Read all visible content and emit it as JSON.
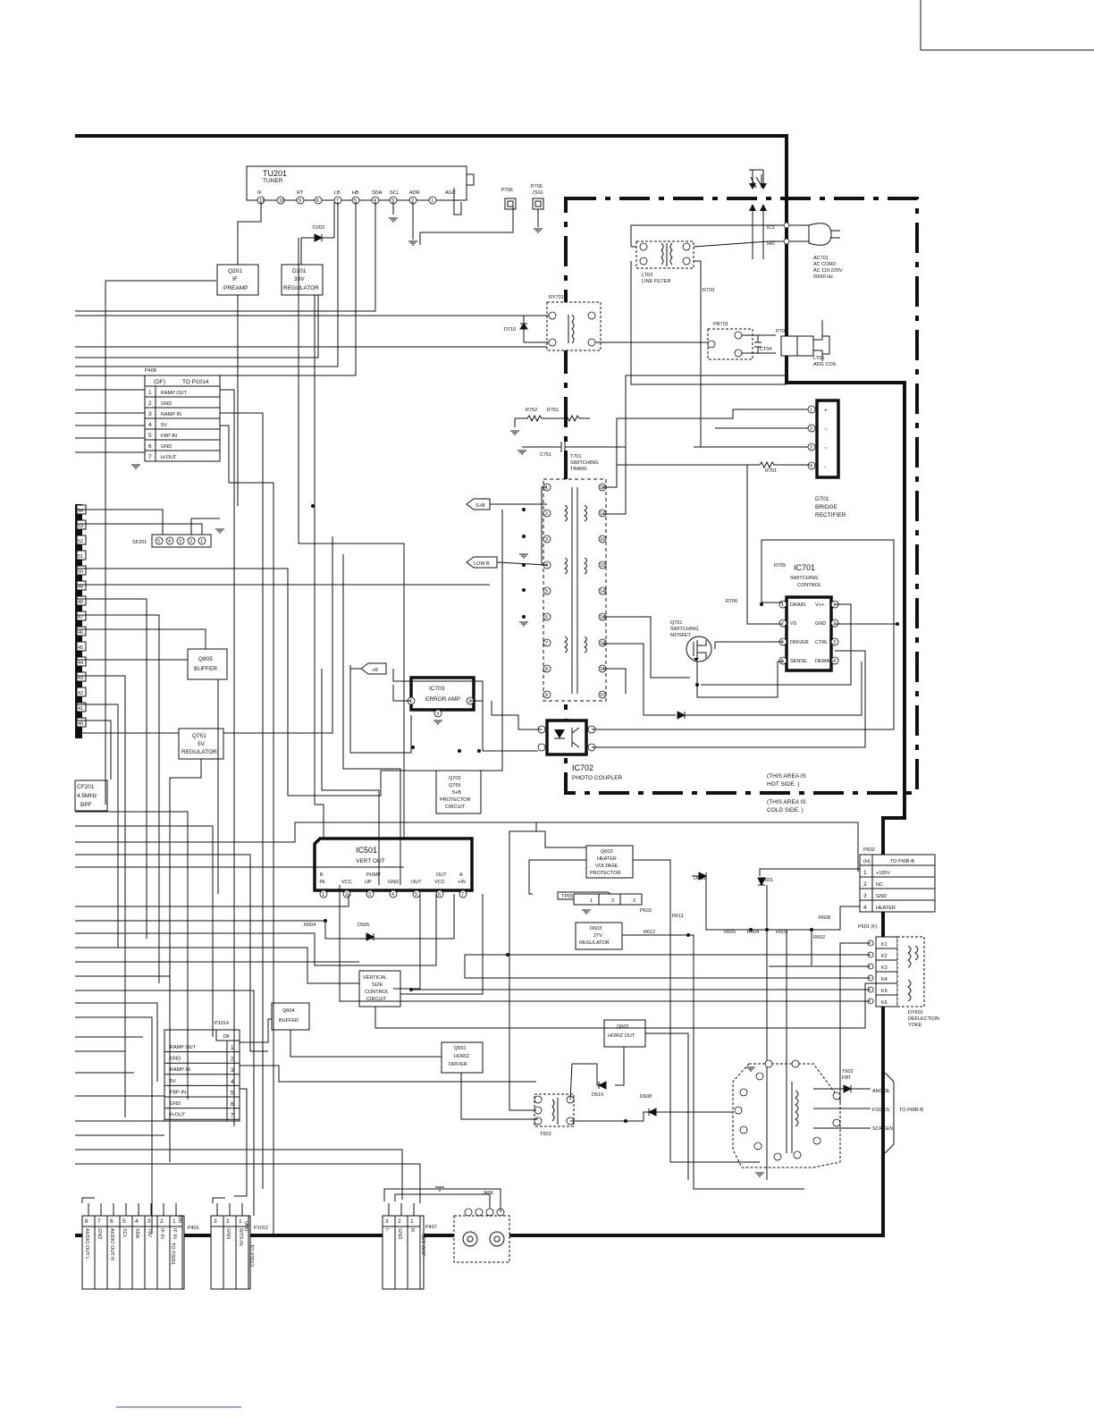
{
  "tuner": {
    "name": "TU201",
    "sub": "TUNER",
    "pins": [
      "IF",
      "RT",
      "LB",
      "HB",
      "SDA",
      "SCL",
      "ADR",
      "AGC"
    ],
    "pin_nums": [
      "11",
      "10",
      "9",
      "6",
      "7",
      "5",
      "4",
      "3",
      "2",
      "1"
    ]
  },
  "p706": "P706",
  "p705": {
    "name": "P705",
    "sub": "(SG)"
  },
  "q201": {
    "name": "Q201",
    "l1": "IF",
    "l2": "PREAMP"
  },
  "d201": {
    "name": "D201",
    "l1": "33V",
    "l2": "REGULATOR"
  },
  "d203": "D203",
  "p408": {
    "name": "P408",
    "hdr1": "(DF)",
    "hdr2": "TO P1014",
    "rows": [
      [
        "1",
        "RAMP OUT"
      ],
      [
        "2",
        "GND"
      ],
      [
        "3",
        "RAMP IN"
      ],
      [
        "4",
        "5V"
      ],
      [
        "5",
        "FBP-IN"
      ],
      [
        "6",
        "GND"
      ],
      [
        "7",
        "H-OUT"
      ]
    ]
  },
  "sf201": {
    "name": "SF201",
    "pins": [
      "5",
      "4",
      "3",
      "2",
      "1"
    ]
  },
  "edge_pins": [
    "54",
    "53",
    "52",
    "51",
    "50",
    "49",
    "48",
    "47",
    "46",
    "45",
    "44",
    "43",
    "42",
    "41",
    "40"
  ],
  "q805": {
    "name": "Q805",
    "l1": "BUFFER"
  },
  "q751": {
    "name": "Q751",
    "l1": "5V",
    "l2": "REGULATOR"
  },
  "cf201": {
    "name": "CF201",
    "l1": "4.5MHz",
    "l2": "BPF"
  },
  "ry701": "RY701",
  "d710": "D710",
  "lt03": {
    "name": "LT03",
    "l1": "LINE FILTER"
  },
  "r720": "R720",
  "pr701": "PR701",
  "p701": "P701",
  "ct04": "CT04",
  "lt06": {
    "name": "LT06",
    "l1": "ADG COIL"
  },
  "ac": {
    "name": "AC701",
    "l1": "AC CORD",
    "l2": "AC 110-220V",
    "l3": "50/60 Hz",
    "ic3": "IC3",
    "ih0": "IH0"
  },
  "r752": "R752",
  "r751": "R751",
  "c751": "C751",
  "t701": {
    "name": "T701",
    "l1": "SWITCHING",
    "l2": "TRANS",
    "left_pins": [
      "1",
      "2",
      "3",
      "4",
      "5",
      "6",
      "7",
      "8",
      "9"
    ],
    "right_pins": [
      "18",
      "17",
      "16",
      "15",
      "14",
      "13",
      "12",
      "11",
      "10"
    ]
  },
  "d701": {
    "name": "D701",
    "l1": "BRIDGE",
    "l2": "RECTIFIER",
    "pins": [
      "1",
      "2",
      "3",
      "4"
    ],
    "marks": [
      "+",
      "~",
      "~",
      "-"
    ]
  },
  "r701": "R701",
  "sb": "S+B",
  "lowb": "LOW B",
  "plusb": "+B",
  "ic701": {
    "name": "IC701",
    "l1": "SWITCHING",
    "l2": "CONTROL",
    "left": [
      [
        "1",
        "DRAIN"
      ],
      [
        "7",
        "VS"
      ],
      [
        "6",
        "DRIVER"
      ],
      [
        "5",
        "SENSE"
      ]
    ],
    "right": [
      [
        "1",
        "V++"
      ],
      [
        "2",
        "GND"
      ],
      [
        "3",
        "CTRL"
      ],
      [
        "4",
        "DEMAG"
      ]
    ]
  },
  "r705": "R705",
  "r706": "R706",
  "q701": {
    "name": "Q701",
    "l1": "SWITCHING",
    "l2": "MOSFET"
  },
  "ic703": {
    "name": "IC703",
    "l1": "ERROR AMP",
    "pins": [
      "1",
      "2",
      "3"
    ]
  },
  "ic702": {
    "name": "IC702",
    "l1": "PHOTO COUPLER",
    "pins": [
      "1",
      "2",
      "4",
      "3"
    ]
  },
  "q703": {
    "name": "Q703",
    "l1": "Q755",
    "l2": "5+B",
    "l3": "PROTECTOR",
    "l4": "CIRCUIT"
  },
  "hot": [
    "(THIS AREA IS",
    "HOT SIDE.   )"
  ],
  "cold": [
    "(THIS AREA IS",
    "COLD SIDE.  )"
  ],
  "ic501": {
    "name": "IC501",
    "l1": "VERT OUT",
    "pins": [
      [
        "1",
        "B",
        "-IN"
      ],
      [
        "2",
        "",
        "VCC"
      ],
      [
        "3",
        "PUMP",
        "UP"
      ],
      [
        "4",
        "",
        "GND"
      ],
      [
        "5",
        "",
        "OUT"
      ],
      [
        "6",
        "OUT",
        "VCC"
      ],
      [
        "7",
        "A",
        "+IN"
      ]
    ]
  },
  "r504": "R504",
  "d505": "D505",
  "q603": {
    "name": "Q603",
    "l1": "HEATER",
    "l2": "VOLTAGE",
    "l3": "PROTECTOR"
  },
  "tp651": "TP651-3",
  "p603": {
    "name": "P603",
    "pins": [
      "1",
      "2",
      "3"
    ]
  },
  "d603": {
    "name": "D603",
    "l1": "27V",
    "l2": "REGULATOR"
  },
  "r612": "R612",
  "r611": "R611",
  "d606": "D606",
  "d601": "D601",
  "r605": "R605",
  "r604": "R604",
  "r603": "R603",
  "r608": "R608",
  "r602": "R602",
  "p602": {
    "name": "P602",
    "hdr1": "(H)",
    "hdr2": "TO PWB-B",
    "rows": [
      [
        "1",
        "+185V"
      ],
      [
        "2",
        "NC"
      ],
      [
        "3",
        "GND"
      ],
      [
        "4",
        "HEATER"
      ]
    ]
  },
  "p601": {
    "name": "P601 (F)",
    "rows": [
      "K1",
      "K2",
      "K3",
      "K4",
      "K5",
      "K6"
    ]
  },
  "dy601": {
    "name": "DY601",
    "l1": "DEFLECTION",
    "l2": "YOKE"
  },
  "vsize": {
    "l1": "VERTICAL",
    "l2": "SIZE",
    "l3": "CONTROL",
    "l4": "CIRCUIT"
  },
  "q604": {
    "name": "Q604",
    "l1": "BUFFER"
  },
  "p1014": {
    "name": "P1014",
    "hdr": "DF",
    "rows": [
      [
        "RAMP OUT",
        "1"
      ],
      [
        "GND",
        "2"
      ],
      [
        "RAMP IN",
        "3"
      ],
      [
        "5V",
        "4"
      ],
      [
        "FBP-IN",
        "5"
      ],
      [
        "GND",
        "6"
      ],
      [
        "H-OUT",
        "7"
      ]
    ]
  },
  "q501": {
    "name": "Q501",
    "l1": "HORIZ",
    "l2": "DRIVER"
  },
  "q602": {
    "name": "Q602",
    "l1": "HORIZ OUT"
  },
  "d510": "D510",
  "d608": "D608",
  "t603": "T603",
  "t602": {
    "name": "T602",
    "l1": "FBT",
    "outs": [
      "ANODE",
      "FOCUS",
      "SCREEN"
    ],
    "to": "TO PWB-B"
  },
  "p401": {
    "name": "P401",
    "hdr": "(M)",
    "to": "TO P3001",
    "cols": [
      [
        "8",
        "AUDIO OUT L"
      ],
      [
        "7",
        "GND"
      ],
      [
        "6",
        "AUDIO OUT R"
      ],
      [
        "5",
        "SCL"
      ],
      [
        "4",
        "SDA"
      ],
      [
        "3",
        "+9V"
      ],
      [
        "2",
        "IF IN"
      ],
      [
        "1",
        "IF IN"
      ]
    ]
  },
  "p1012": {
    "name": "P1012",
    "hdr": "(AN)",
    "to": "TO P3013",
    "cols": [
      [
        "3",
        ""
      ],
      [
        "2",
        "GND"
      ],
      [
        "1",
        "WTS-IN"
      ]
    ]
  },
  "p407": {
    "name": "P407",
    "cols": [
      [
        "3",
        "L"
      ],
      [
        "2",
        "GND"
      ],
      [
        "1",
        "R"
      ]
    ],
    "sub": "SUB WOF"
  },
  "j406": "J406"
}
